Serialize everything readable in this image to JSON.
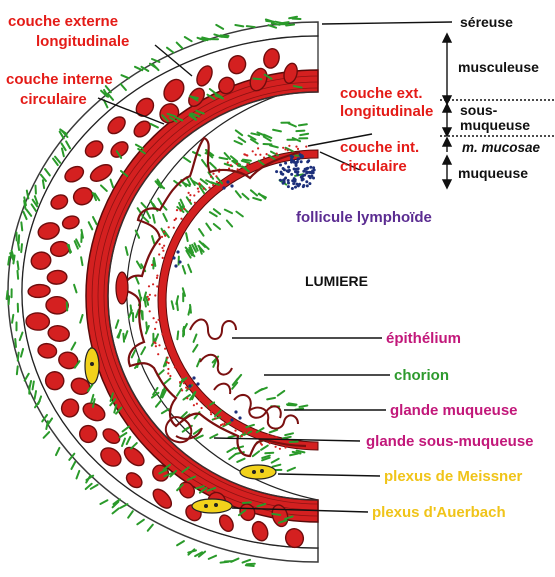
{
  "labels": {
    "couche_externe_longitudinale_1": "couche externe",
    "couche_externe_longitudinale_2": "longitudinale",
    "couche_interne_circulaire_1": "couche interne",
    "couche_interne_circulaire_2": "circulaire",
    "couche_ext_longitudinale_1": "couche ext.",
    "couche_ext_longitudinale_2": "longitudinale",
    "couche_int_circulaire_1": "couche int.",
    "couche_int_circulaire_2": "circulaire",
    "follicule": "follicule lymphoïde",
    "lumiere": "LUMIERE",
    "epithelium": "épithélium",
    "chorion": "chorion",
    "glande_muqueuse": "glande muqueuse",
    "glande_sous_muqueuse": "glande sous-muqueuse",
    "plexus_meissner": "plexus de Meissner",
    "plexus_auerbach": "plexus d'Auerbach"
  },
  "layers": {
    "sereuse": "séreuse",
    "musculeuse": "musculeuse",
    "sous_muqueuse_1": "sous-",
    "sous_muqueuse_2": "muqueuse",
    "m_mucosae": "m. mucosae",
    "muqueuse": "muqueuse"
  },
  "colors": {
    "muscle": "#d42020",
    "muscle_dark": "#6e0d0d",
    "green_dash": "#2a9a2a",
    "lymph": "#1c2f7a",
    "nerve": "#f2d21b"
  }
}
